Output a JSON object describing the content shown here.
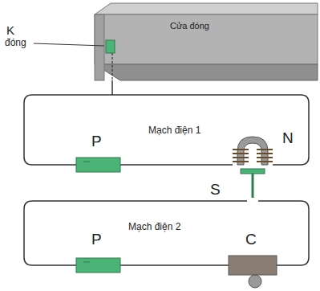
{
  "diagram": {
    "labels": [
      "Cửa đóng",
      "K",
      "đóng",
      "Mạch điện 1",
      "P",
      "N",
      "S",
      "Mạch điện 2",
      "P",
      "C"
    ]
  }
}
